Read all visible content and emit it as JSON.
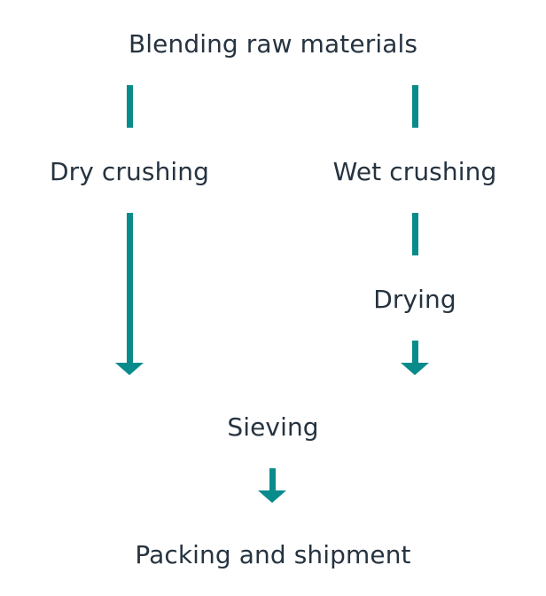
{
  "flow": {
    "steps": {
      "blending": "Blending raw materials",
      "dry_crushing": "Dry crushing",
      "wet_crushing": "Wet crushing",
      "drying": "Drying",
      "sieving": "Sieving",
      "packing": "Packing and shipment"
    },
    "connectors": [
      {
        "from": "blending",
        "to": "dry_crushing",
        "arrowhead": false
      },
      {
        "from": "blending",
        "to": "wet_crushing",
        "arrowhead": false
      },
      {
        "from": "dry_crushing",
        "to": "sieving",
        "arrowhead": true
      },
      {
        "from": "wet_crushing",
        "to": "drying",
        "arrowhead": false
      },
      {
        "from": "drying",
        "to": "sieving",
        "arrowhead": true
      },
      {
        "from": "sieving",
        "to": "packing",
        "arrowhead": true
      }
    ]
  },
  "colors": {
    "connector": "#0a8b8b",
    "text": "#263340",
    "background": "#ffffff"
  }
}
